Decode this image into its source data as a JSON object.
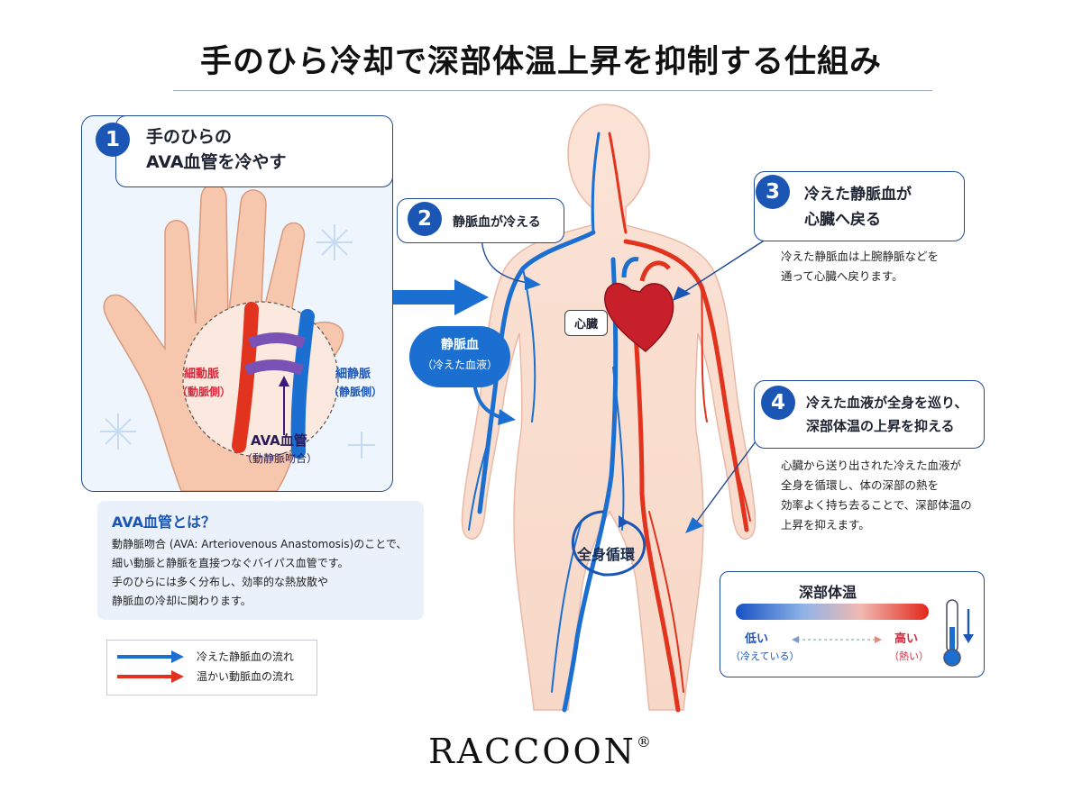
{
  "title": "手のひら冷却で深部体温上昇を抑制する仕組み",
  "step1": {
    "number": "1",
    "line1": "手のひらの",
    "line2": "AVA血管を冷やす"
  },
  "hand_labels": {
    "artery": "細動脈",
    "artery_sub": "（動脈側）",
    "vein": "細静脈",
    "vein_sub": "（静脈側）",
    "ava": "AVA血管",
    "ava_sub": "（動静脈吻合）"
  },
  "step2": {
    "number": "2",
    "text": "静脈血が冷える"
  },
  "vein_bubble": {
    "line1": "静脈血",
    "line2": "（冷えた血液）"
  },
  "heart_label": "心臓",
  "step3": {
    "number": "3",
    "line1": "冷えた静脈血が",
    "line2": "心臓へ戻る",
    "note1": "冷えた静脈血は上腕静脈などを",
    "note2": "通って心臓へ戻ります。"
  },
  "step4": {
    "number": "4",
    "line1": "冷えた血液が全身を巡り、",
    "line2": "深部体温の上昇を抑える",
    "note1": "心臓から送り出された冷えた血液が",
    "note2": "全身を循環し、体の深部の熱を",
    "note3": "効率よく持ち去ることで、深部体温の",
    "note4": "上昇を抑えます。"
  },
  "circulation_label": "全身循環",
  "info": {
    "title": "AVA血管とは？",
    "line1": "動静脈吻合 (AVA: Arteriovenous Anastomosis)のことで、",
    "line2": "細い動脈と静脈を直接つなぐバイパス血管です。",
    "line3": "手のひらには多く分布し、効率的な熱放散や",
    "line4": "静脈血の冷却に関わります。"
  },
  "legend": {
    "blue": "冷えた静脈血の流れ",
    "red": "温かい動脈血の流れ"
  },
  "temperature": {
    "title": "深部体温",
    "low": "低い",
    "low_sub": "（冷えている）",
    "high": "高い",
    "high_sub": "（熱い）"
  },
  "colors": {
    "vein_blue": "#1b6fd1",
    "artery_red": "#e2331f",
    "accent_navy": "#1e4a96"
  },
  "brand": {
    "name": "RACCOON",
    "mark": "®"
  }
}
